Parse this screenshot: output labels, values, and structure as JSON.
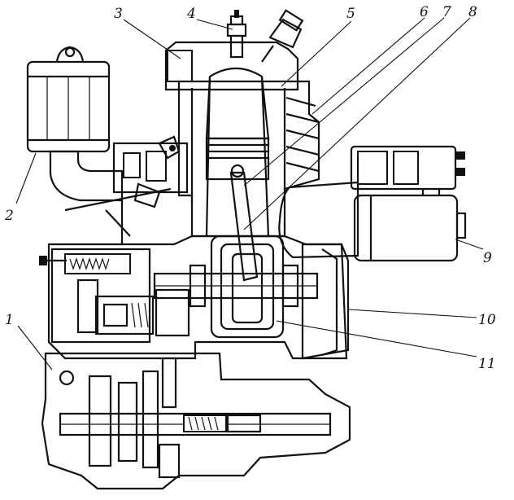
{
  "callouts": [
    {
      "id": "c1",
      "text": "1"
    },
    {
      "id": "c2",
      "text": "2"
    },
    {
      "id": "c3",
      "text": "3"
    },
    {
      "id": "c4",
      "text": "4"
    },
    {
      "id": "c5",
      "text": "5"
    },
    {
      "id": "c6",
      "text": "6"
    },
    {
      "id": "c7",
      "text": "7"
    },
    {
      "id": "c8",
      "text": "8"
    },
    {
      "id": "c9",
      "text": "9"
    },
    {
      "id": "c10",
      "text": "10"
    },
    {
      "id": "c11",
      "text": "11"
    }
  ],
  "colors": {
    "ink": "#111111",
    "paper": "#ffffff"
  }
}
